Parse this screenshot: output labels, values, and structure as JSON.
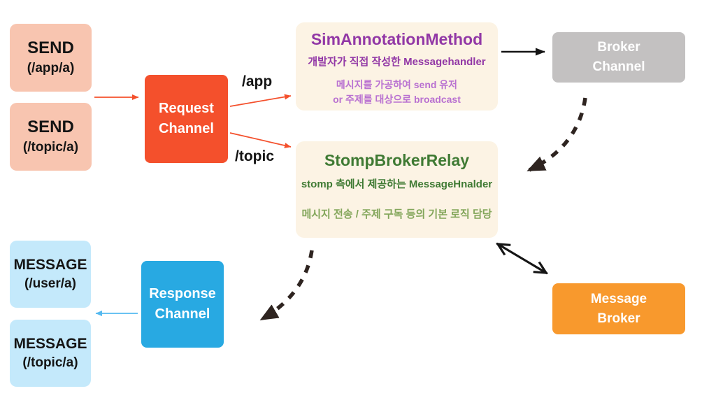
{
  "nodes": {
    "send_app": {
      "title": "SEND",
      "subtitle": "(/app/a)"
    },
    "send_topic": {
      "title": "SEND",
      "subtitle": "(/topic/a)"
    },
    "request_channel": {
      "line1": "Request",
      "line2": "Channel"
    },
    "sim_annotation_method": {
      "title": "SimAnnotationMethod",
      "subtitle": "개발자가 직접 작성한 Messagehandler",
      "desc_line1": "메시지를 가공하여 send 유저",
      "desc_line2": "or 주제를 대상으로 broadcast"
    },
    "stomp_broker_relay": {
      "title": "StompBrokerRelay",
      "subtitle": "stomp 측에서 제공하는 MessageHnalder",
      "desc_line1": "메시지 전송 / 주제 구독 등의 기본 로직 담당"
    },
    "broker_channel": {
      "line1": "Broker",
      "line2": "Channel"
    },
    "message_broker": {
      "line1": "Message",
      "line2": "Broker"
    },
    "response_channel": {
      "line1": "Response",
      "line2": "Channel"
    },
    "message_user": {
      "title": "MESSAGE",
      "subtitle": "(/user/a)"
    },
    "message_topic": {
      "title": "MESSAGE",
      "subtitle": "(/topic/a)"
    }
  },
  "edge_labels": {
    "app": "/app",
    "topic": "/topic"
  },
  "colors": {
    "send_box_bg": "#F8C5B0",
    "request_channel_bg": "#F4502C",
    "handler_box_bg": "#FCF3E4",
    "purple_title": "#9238A6",
    "purple_light": "#B971D1",
    "green_title": "#3F7A33",
    "green_light": "#83A65B",
    "broker_channel_bg": "#C3C1C1",
    "message_broker_bg": "#F8992D",
    "response_channel_bg": "#28A9E2",
    "message_box_bg": "#C4E9FB",
    "red_arrow": "#F4502C",
    "blue_arrow": "#55B9F0",
    "black_arrow": "#151515",
    "dashed_arrow": "#2E2420"
  }
}
